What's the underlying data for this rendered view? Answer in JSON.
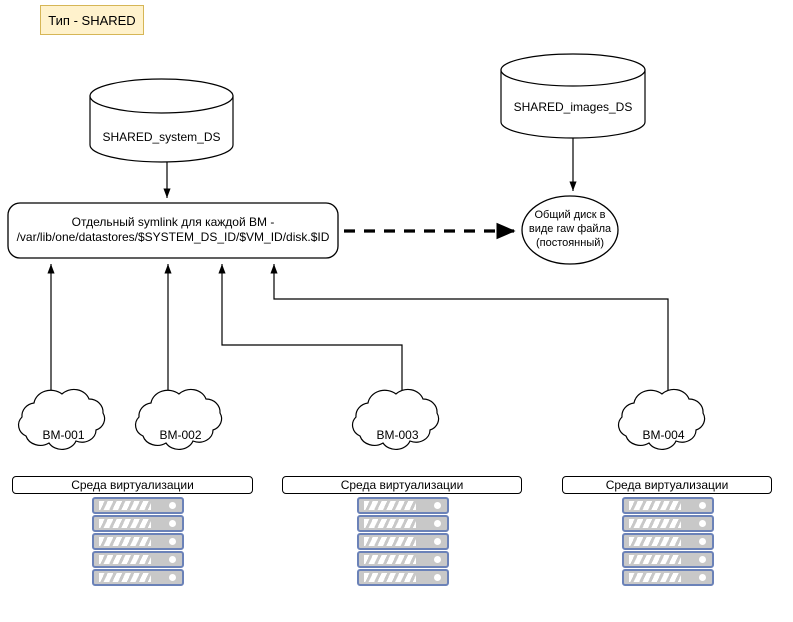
{
  "diagram": {
    "title_badge": "Тип - SHARED",
    "datastores": [
      {
        "id": "system",
        "label": "SHARED_system_DS"
      },
      {
        "id": "images",
        "label": "SHARED_images_DS"
      }
    ],
    "symlink_box": {
      "line1": "Отдельный symlink для каждой ВМ -",
      "line2": "/var/lib/one/datastores/$SYSTEM_DS_ID/$VM_ID/disk.$ID"
    },
    "shared_disk": {
      "line1": "Общий диск в",
      "line2": "виде raw файла",
      "line3": "(постоянный)"
    },
    "vms": [
      {
        "label": "ВМ-001"
      },
      {
        "label": "ВМ-002"
      },
      {
        "label": "ВМ-003"
      },
      {
        "label": "ВМ-004"
      }
    ],
    "environments": [
      {
        "label": "Среда виртуализации"
      },
      {
        "label": "Среда виртуализации"
      },
      {
        "label": "Среда виртуализации"
      }
    ],
    "rack_units_per_stack": 5,
    "colors": {
      "badge_fill": "#fff2cc",
      "badge_stroke": "#d6b656",
      "stroke": "#000000",
      "rack_fill": "#c8c8c8",
      "rack_stroke": "#6b82b8",
      "background": "#ffffff"
    }
  }
}
